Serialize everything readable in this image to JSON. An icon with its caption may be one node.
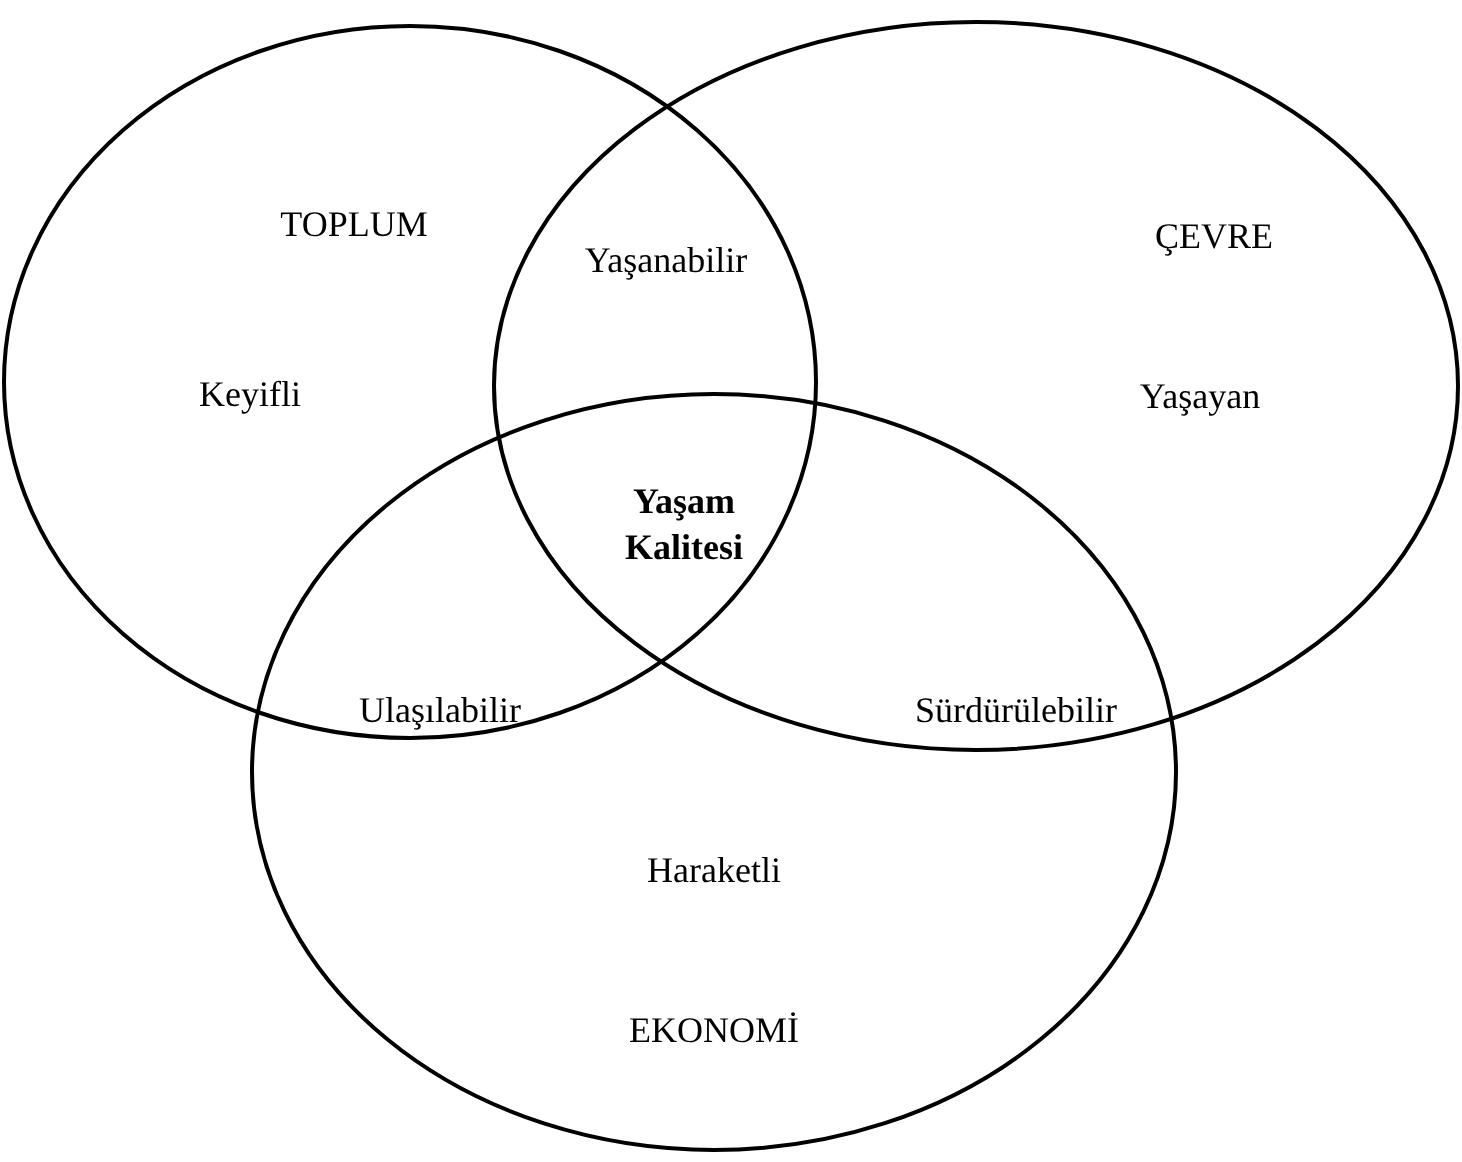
{
  "diagram": {
    "nodes": [
      {
        "text": [
          "TOPLUM",
          "Keyifli"
        ]
      },
      {
        "text": [
          "ÇEVRE",
          "Yaşayan"
        ]
      },
      {
        "text": [
          "Haraketli",
          "EKONOMİ"
        ]
      }
    ],
    "labels": [
      "Yaşanabilir",
      "Yaşam Kalitesi",
      "Ulaşılabilir",
      "Sürdürülebilir"
    ]
  }
}
